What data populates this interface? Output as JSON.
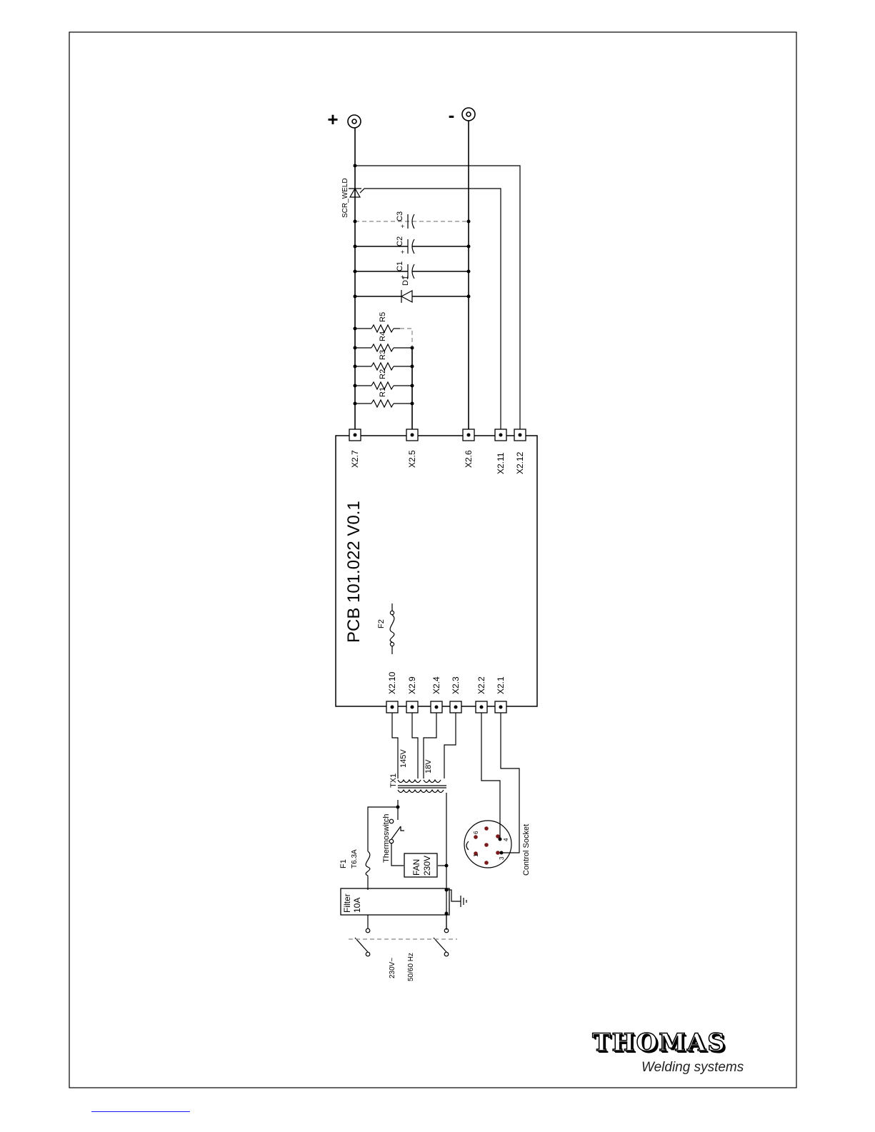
{
  "pcb": {
    "title": "PCB 101.022 V0.1",
    "fuse_label": "F2"
  },
  "terminals": {
    "plus": "+",
    "minus": "-"
  },
  "scr_label": "SCR_WELD",
  "capacitors": [
    "C3",
    "C2",
    "C1"
  ],
  "diode": "D1",
  "polarity_mark": "+",
  "resistors": [
    "R5",
    "R4",
    "R3",
    "R2",
    "R1"
  ],
  "connectors_top": [
    "X2.7",
    "X2.5",
    "X2.6",
    "X2.11",
    "X2.12"
  ],
  "connectors_bottom": [
    "X2.10",
    "X2.9",
    "X2.4",
    "X2.3",
    "X2.2",
    "X2.1"
  ],
  "transformer": {
    "name": "TX1",
    "sec1": "145V",
    "sec2": "18V"
  },
  "fuse_f1": {
    "name": "F1",
    "rating": "T6.3A"
  },
  "thermoswitch": "Thermoswitch",
  "fan": {
    "line1": "FAN",
    "line2": "230V"
  },
  "filter": {
    "line1": "Filter",
    "line2": "10A"
  },
  "mains": {
    "voltage": "230V~",
    "frequency": "50/60 Hz"
  },
  "control_socket": {
    "label": "Control Socket",
    "pins": [
      "6",
      "1",
      "3",
      "4"
    ]
  },
  "brand": {
    "name": "THOMAS",
    "tagline": "Welding systems"
  }
}
